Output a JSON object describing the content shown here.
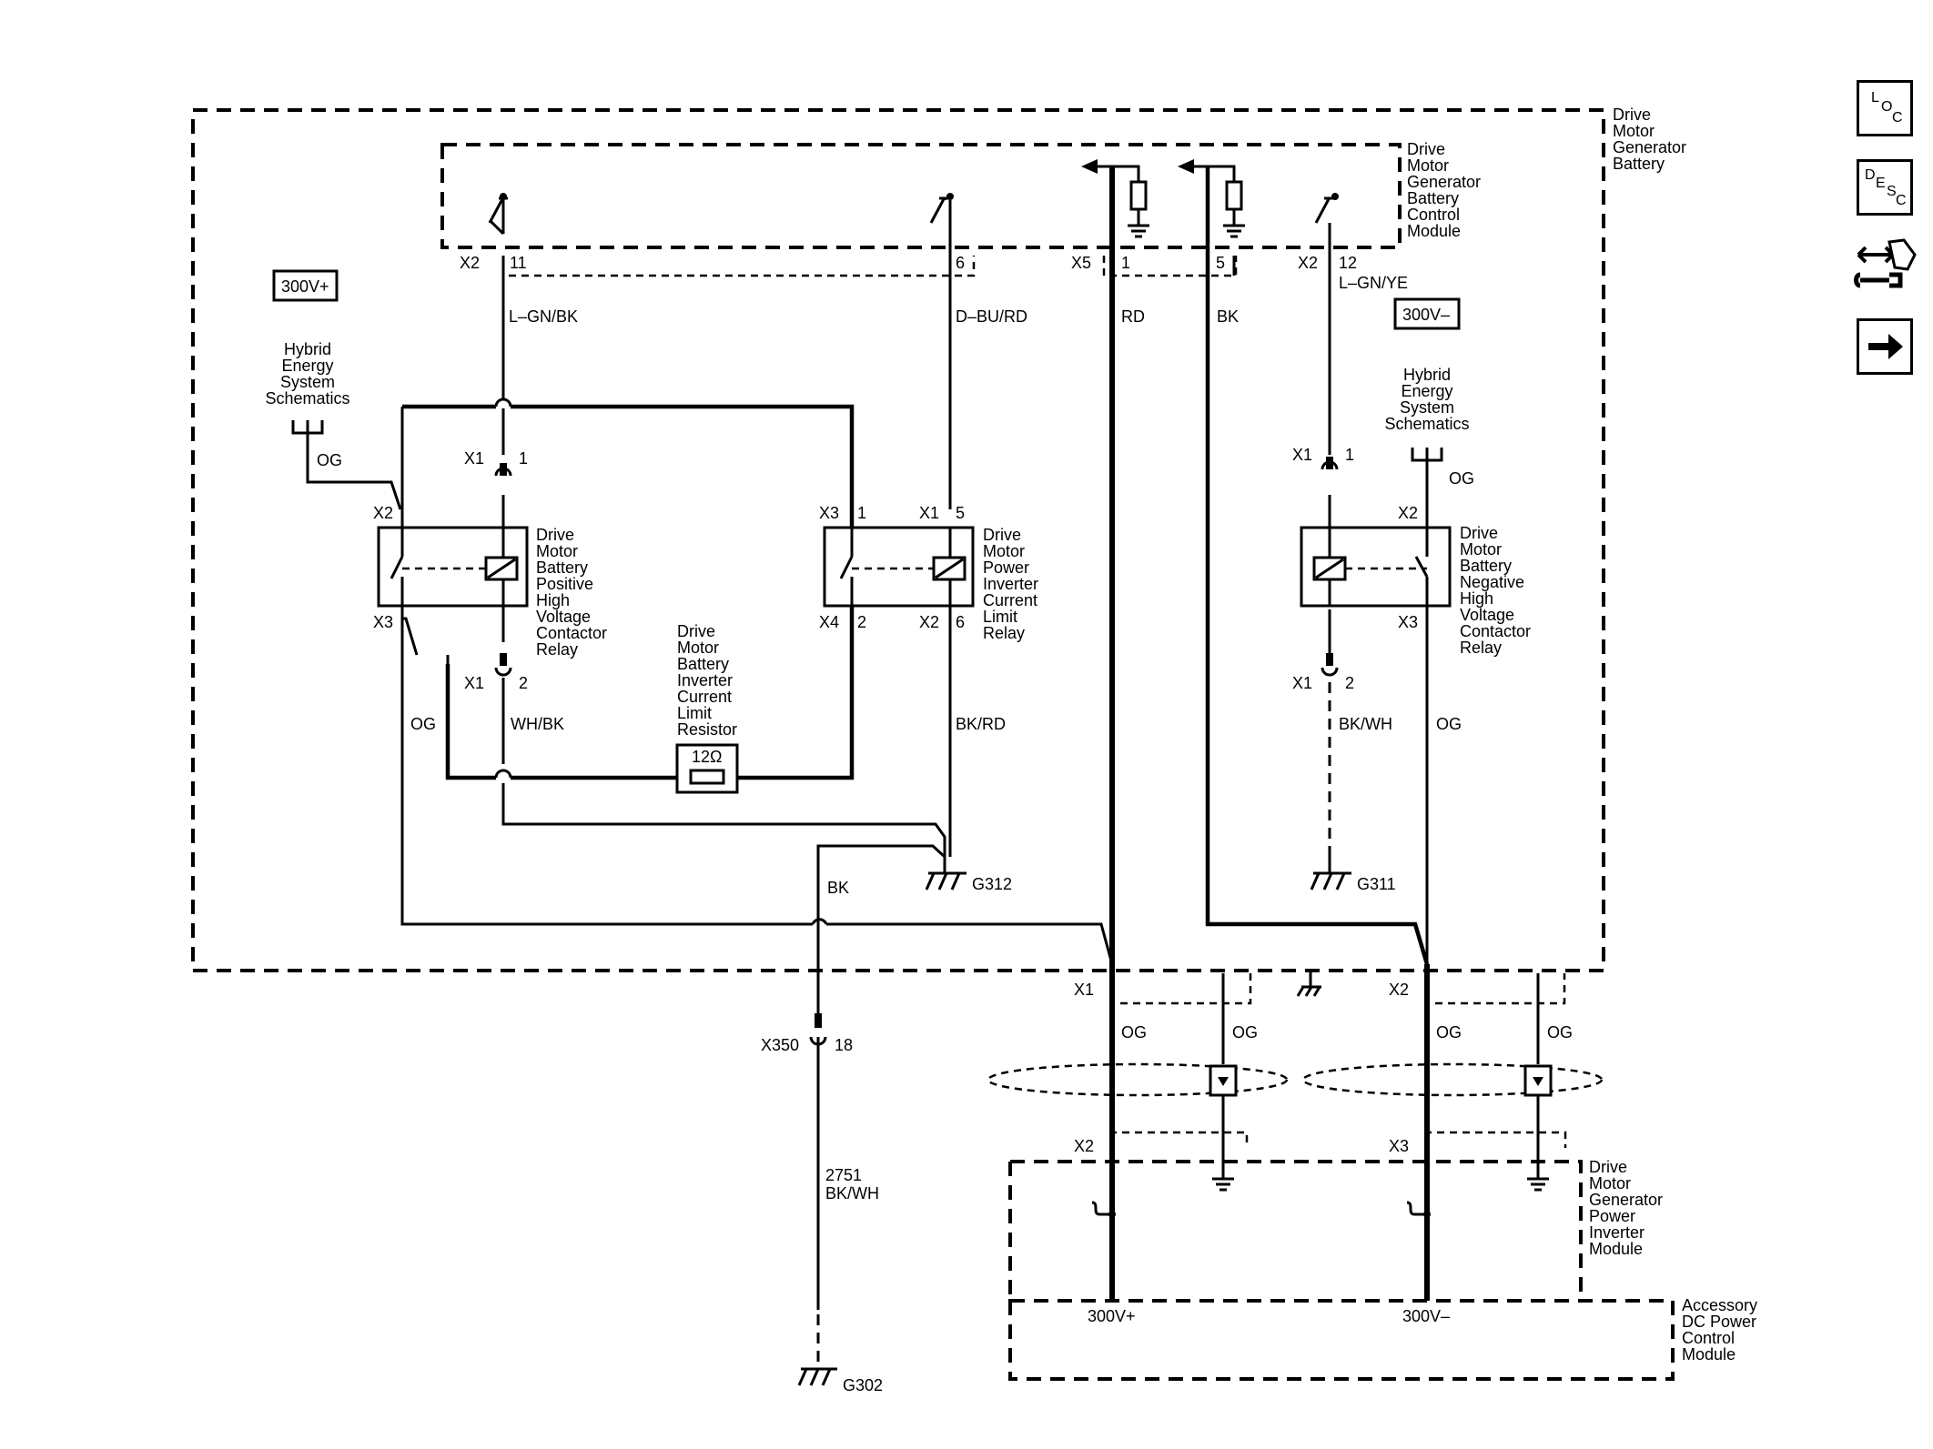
{
  "modules": {
    "battery": [
      "Drive",
      "Motor",
      "Generator",
      "Battery"
    ],
    "control_module": [
      "Drive",
      "Motor",
      "Generator",
      "Battery",
      "Control",
      "Module"
    ],
    "inverter_module": [
      "Drive",
      "Motor",
      "Generator",
      "Power",
      "Inverter",
      "Module"
    ],
    "accessory_module": [
      "Accessory",
      "DC Power",
      "Control",
      "Module"
    ]
  },
  "components": {
    "positive_relay": [
      "Drive",
      "Motor",
      "Battery",
      "Positive",
      "High",
      "Voltage",
      "Contactor",
      "Relay"
    ],
    "current_limit_relay": [
      "Drive",
      "Motor",
      "Power",
      "Inverter",
      "Current",
      "Limit",
      "Relay"
    ],
    "negative_relay": [
      "Drive",
      "Motor",
      "Battery",
      "Negative",
      "High",
      "Voltage",
      "Contactor",
      "Relay"
    ],
    "resistor": [
      "Drive",
      "Motor",
      "Battery",
      "Inverter",
      "Current",
      "Limit",
      "Resistor"
    ],
    "resistor_value": "12Ω"
  },
  "refs": {
    "hybrid_left": [
      "Hybrid",
      "Energy",
      "System",
      "Schematics"
    ],
    "hybrid_right": [
      "Hybrid",
      "Energy",
      "System",
      "Schematics"
    ]
  },
  "badges": {
    "positive": "300V+",
    "negative": "300V–"
  },
  "connectors": {
    "x2": "X2",
    "x5": "X5",
    "x1": "X1",
    "x3": "X3",
    "x4": "X4",
    "x350": "X350",
    "p11": "11",
    "p6": "6",
    "p1": "1",
    "p5": "5",
    "p12": "12",
    "p2": "2",
    "p18": "18"
  },
  "wires": {
    "lgnbk": "L–GN/BK",
    "dburd": "D–BU/RD",
    "rd": "RD",
    "bk": "BK",
    "lgnye": "L–GN/YE",
    "og": "OG",
    "whbk": "WH/BK",
    "bkrd": "BK/RD",
    "bkwh": "BK/WH",
    "circuit": "2751",
    "circuit_color": "BK/WH"
  },
  "grounds": {
    "g312": "G312",
    "g311": "G311",
    "g302": "G302"
  },
  "rails": {
    "pos": "300V+",
    "neg": "300V–"
  },
  "nav": {
    "loc": {
      "a": "L",
      "b": "O",
      "c": "C"
    },
    "desc": {
      "a": "D",
      "b": "E",
      "c": "S",
      "d": "C"
    }
  }
}
